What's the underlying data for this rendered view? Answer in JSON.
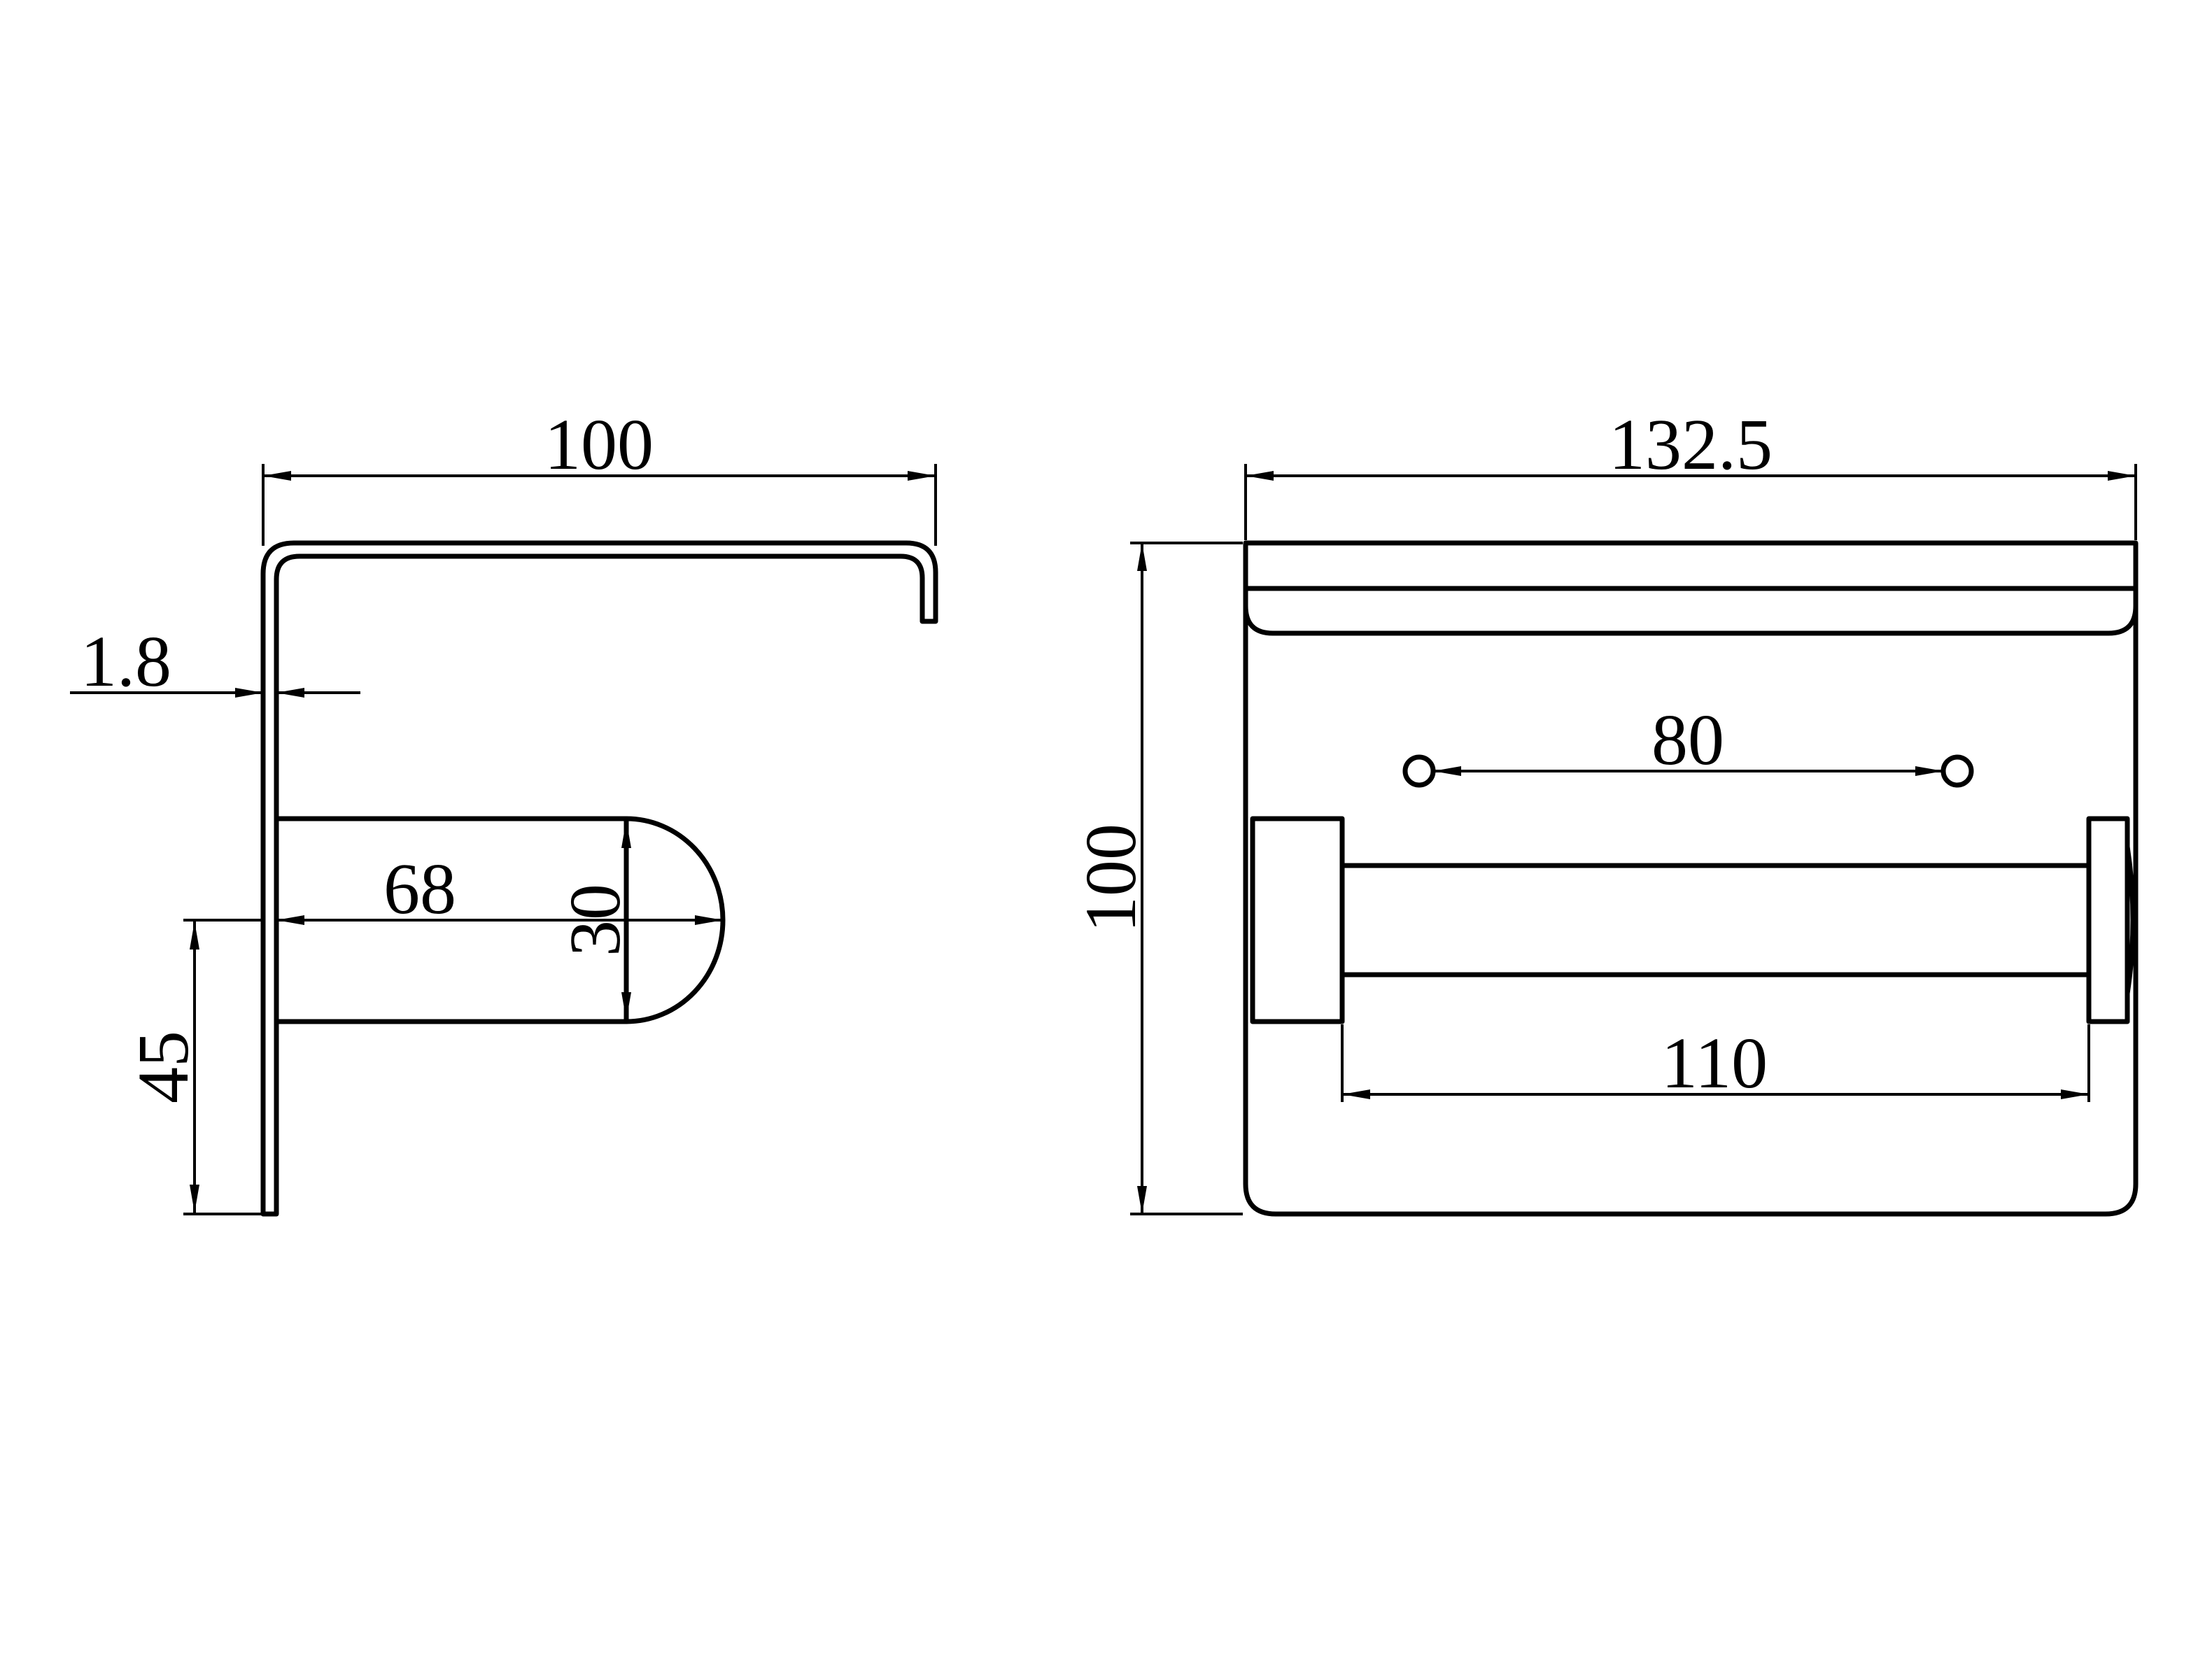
{
  "side_view": {
    "dim_width": "100",
    "dim_thickness": "1.8",
    "dim_depth": "68",
    "dim_diameter": "30",
    "dim_height": "45"
  },
  "front_view": {
    "dim_width": "132.5",
    "dim_height": "100",
    "dim_hole_spacing": "80",
    "dim_roll_length": "110"
  },
  "colors": {
    "line": "#000000",
    "background": "#ffffff"
  }
}
